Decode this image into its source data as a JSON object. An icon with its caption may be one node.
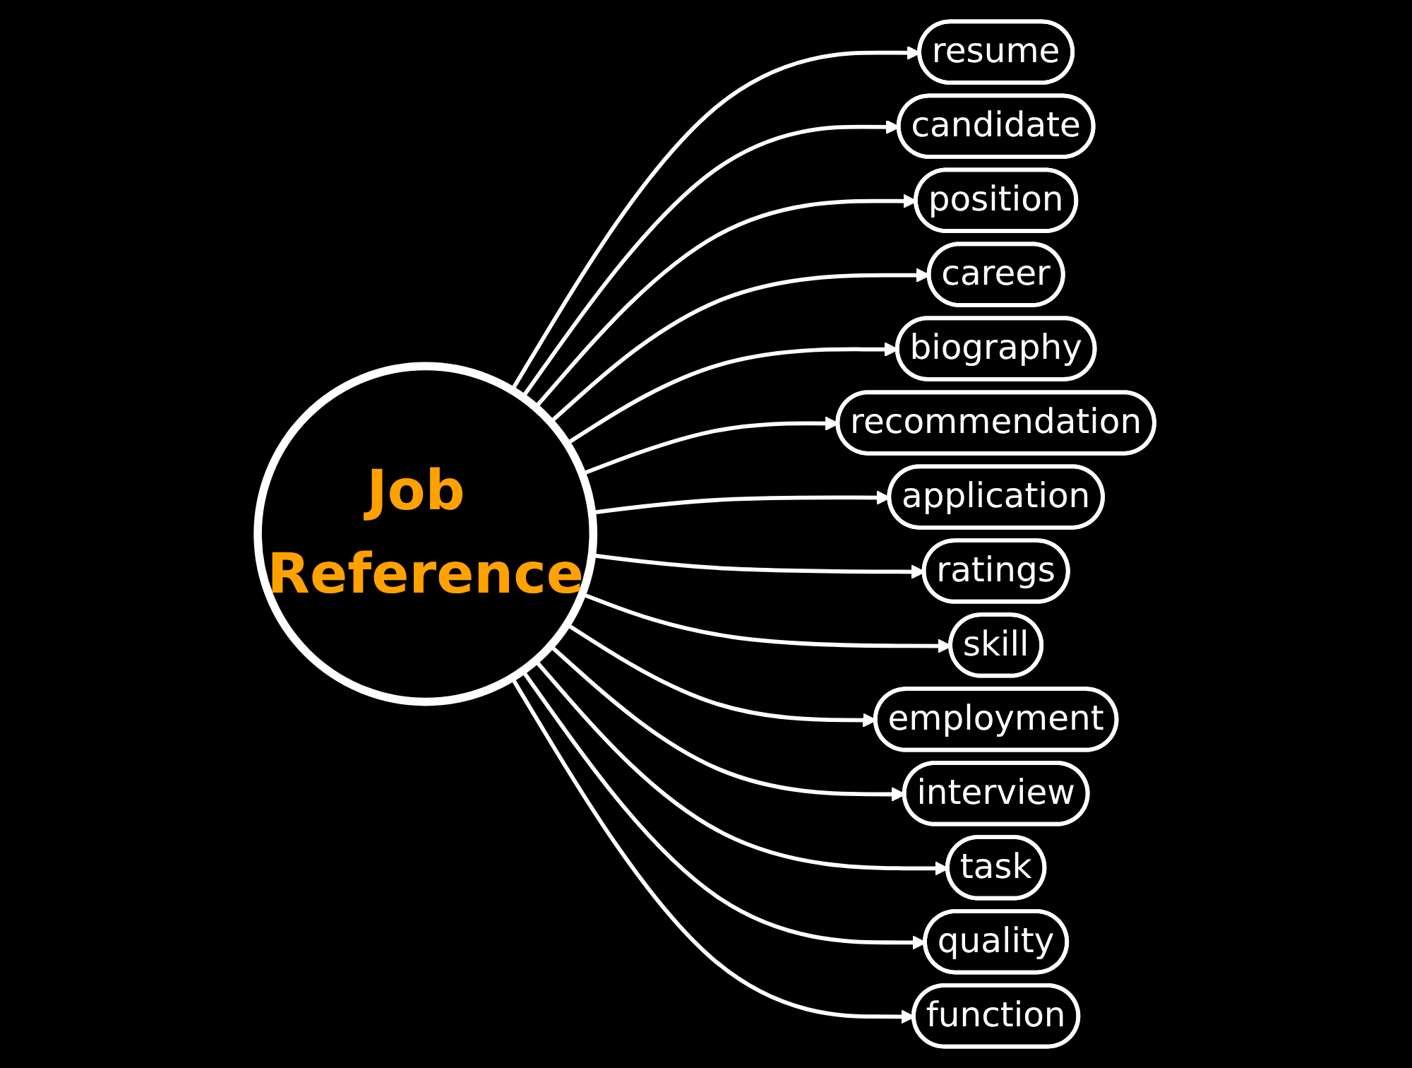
{
  "diagram": {
    "nodes": [
      {
        "text": [
          "resume"
        ]
      },
      {
        "text": [
          "candidate"
        ]
      },
      {
        "text": [
          "position"
        ]
      },
      {
        "text": [
          "career"
        ]
      },
      {
        "text": [
          "biography"
        ]
      },
      {
        "text": [
          "recommendation"
        ]
      },
      {
        "text": [
          "application"
        ]
      },
      {
        "text": [
          "Job Reference"
        ]
      },
      {
        "text": [
          "ratings"
        ]
      },
      {
        "text": [
          "skill"
        ]
      },
      {
        "text": [
          "employment"
        ]
      },
      {
        "text": [
          "interview"
        ]
      },
      {
        "text": [
          "task"
        ]
      },
      {
        "text": [
          "quality"
        ]
      },
      {
        "text": [
          "function"
        ]
      }
    ],
    "edges": [
      {
        "from": 7,
        "to": 0,
        "arrow": "to"
      },
      {
        "from": 7,
        "to": 1,
        "arrow": "to"
      },
      {
        "from": 7,
        "to": 2,
        "arrow": "to"
      },
      {
        "from": 7,
        "to": 3,
        "arrow": "to"
      },
      {
        "from": 7,
        "to": 4,
        "arrow": "to"
      },
      {
        "from": 7,
        "to": 5,
        "arrow": "to"
      },
      {
        "from": 7,
        "to": 6,
        "arrow": "to"
      },
      {
        "from": 7,
        "to": 8,
        "arrow": "to"
      },
      {
        "from": 7,
        "to": 9,
        "arrow": "to"
      },
      {
        "from": 7,
        "to": 10,
        "arrow": "to"
      },
      {
        "from": 7,
        "to": 11,
        "arrow": "to"
      },
      {
        "from": 7,
        "to": 12,
        "arrow": "to"
      },
      {
        "from": 7,
        "to": 13,
        "arrow": "to"
      },
      {
        "from": 7,
        "to": 14,
        "arrow": "to"
      }
    ]
  }
}
